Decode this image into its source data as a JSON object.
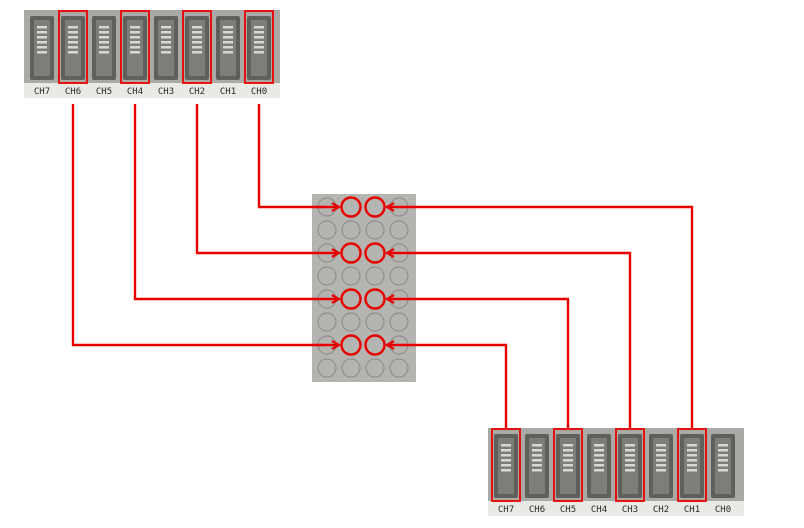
{
  "colors": {
    "panel_bg": "#a9a9a6",
    "slot_bg": "#5f5f5c",
    "slot_inner": "#9a9a96",
    "highlight": "#e80000",
    "grid_bg": "#b4b4b0",
    "grid_circle": "#8f8f8b",
    "label_strip": "#e9e9e6"
  },
  "top_header": {
    "channels": [
      "CH7",
      "CH6",
      "CH5",
      "CH4",
      "CH3",
      "CH2",
      "CH1",
      "CH0"
    ],
    "highlighted": [
      "CH6",
      "CH4",
      "CH2",
      "CH0"
    ]
  },
  "bottom_header": {
    "channels": [
      "CH7",
      "CH6",
      "CH5",
      "CH4",
      "CH3",
      "CH2",
      "CH1",
      "CH0"
    ],
    "highlighted": [
      "CH7",
      "CH5",
      "CH3",
      "CH1"
    ]
  },
  "breadboard": {
    "rows": 8,
    "cols": 4,
    "connections": [
      {
        "from": "top.CH0",
        "to_row": 0,
        "to_col": 1
      },
      {
        "from": "top.CH2",
        "to_row": 2,
        "to_col": 1
      },
      {
        "from": "top.CH4",
        "to_row": 4,
        "to_col": 1
      },
      {
        "from": "top.CH6",
        "to_row": 6,
        "to_col": 1
      },
      {
        "from": "bottom.CH1",
        "to_row": 0,
        "to_col": 2
      },
      {
        "from": "bottom.CH3",
        "to_row": 2,
        "to_col": 2
      },
      {
        "from": "bottom.CH5",
        "to_row": 4,
        "to_col": 2
      },
      {
        "from": "bottom.CH7",
        "to_row": 6,
        "to_col": 2
      }
    ]
  }
}
